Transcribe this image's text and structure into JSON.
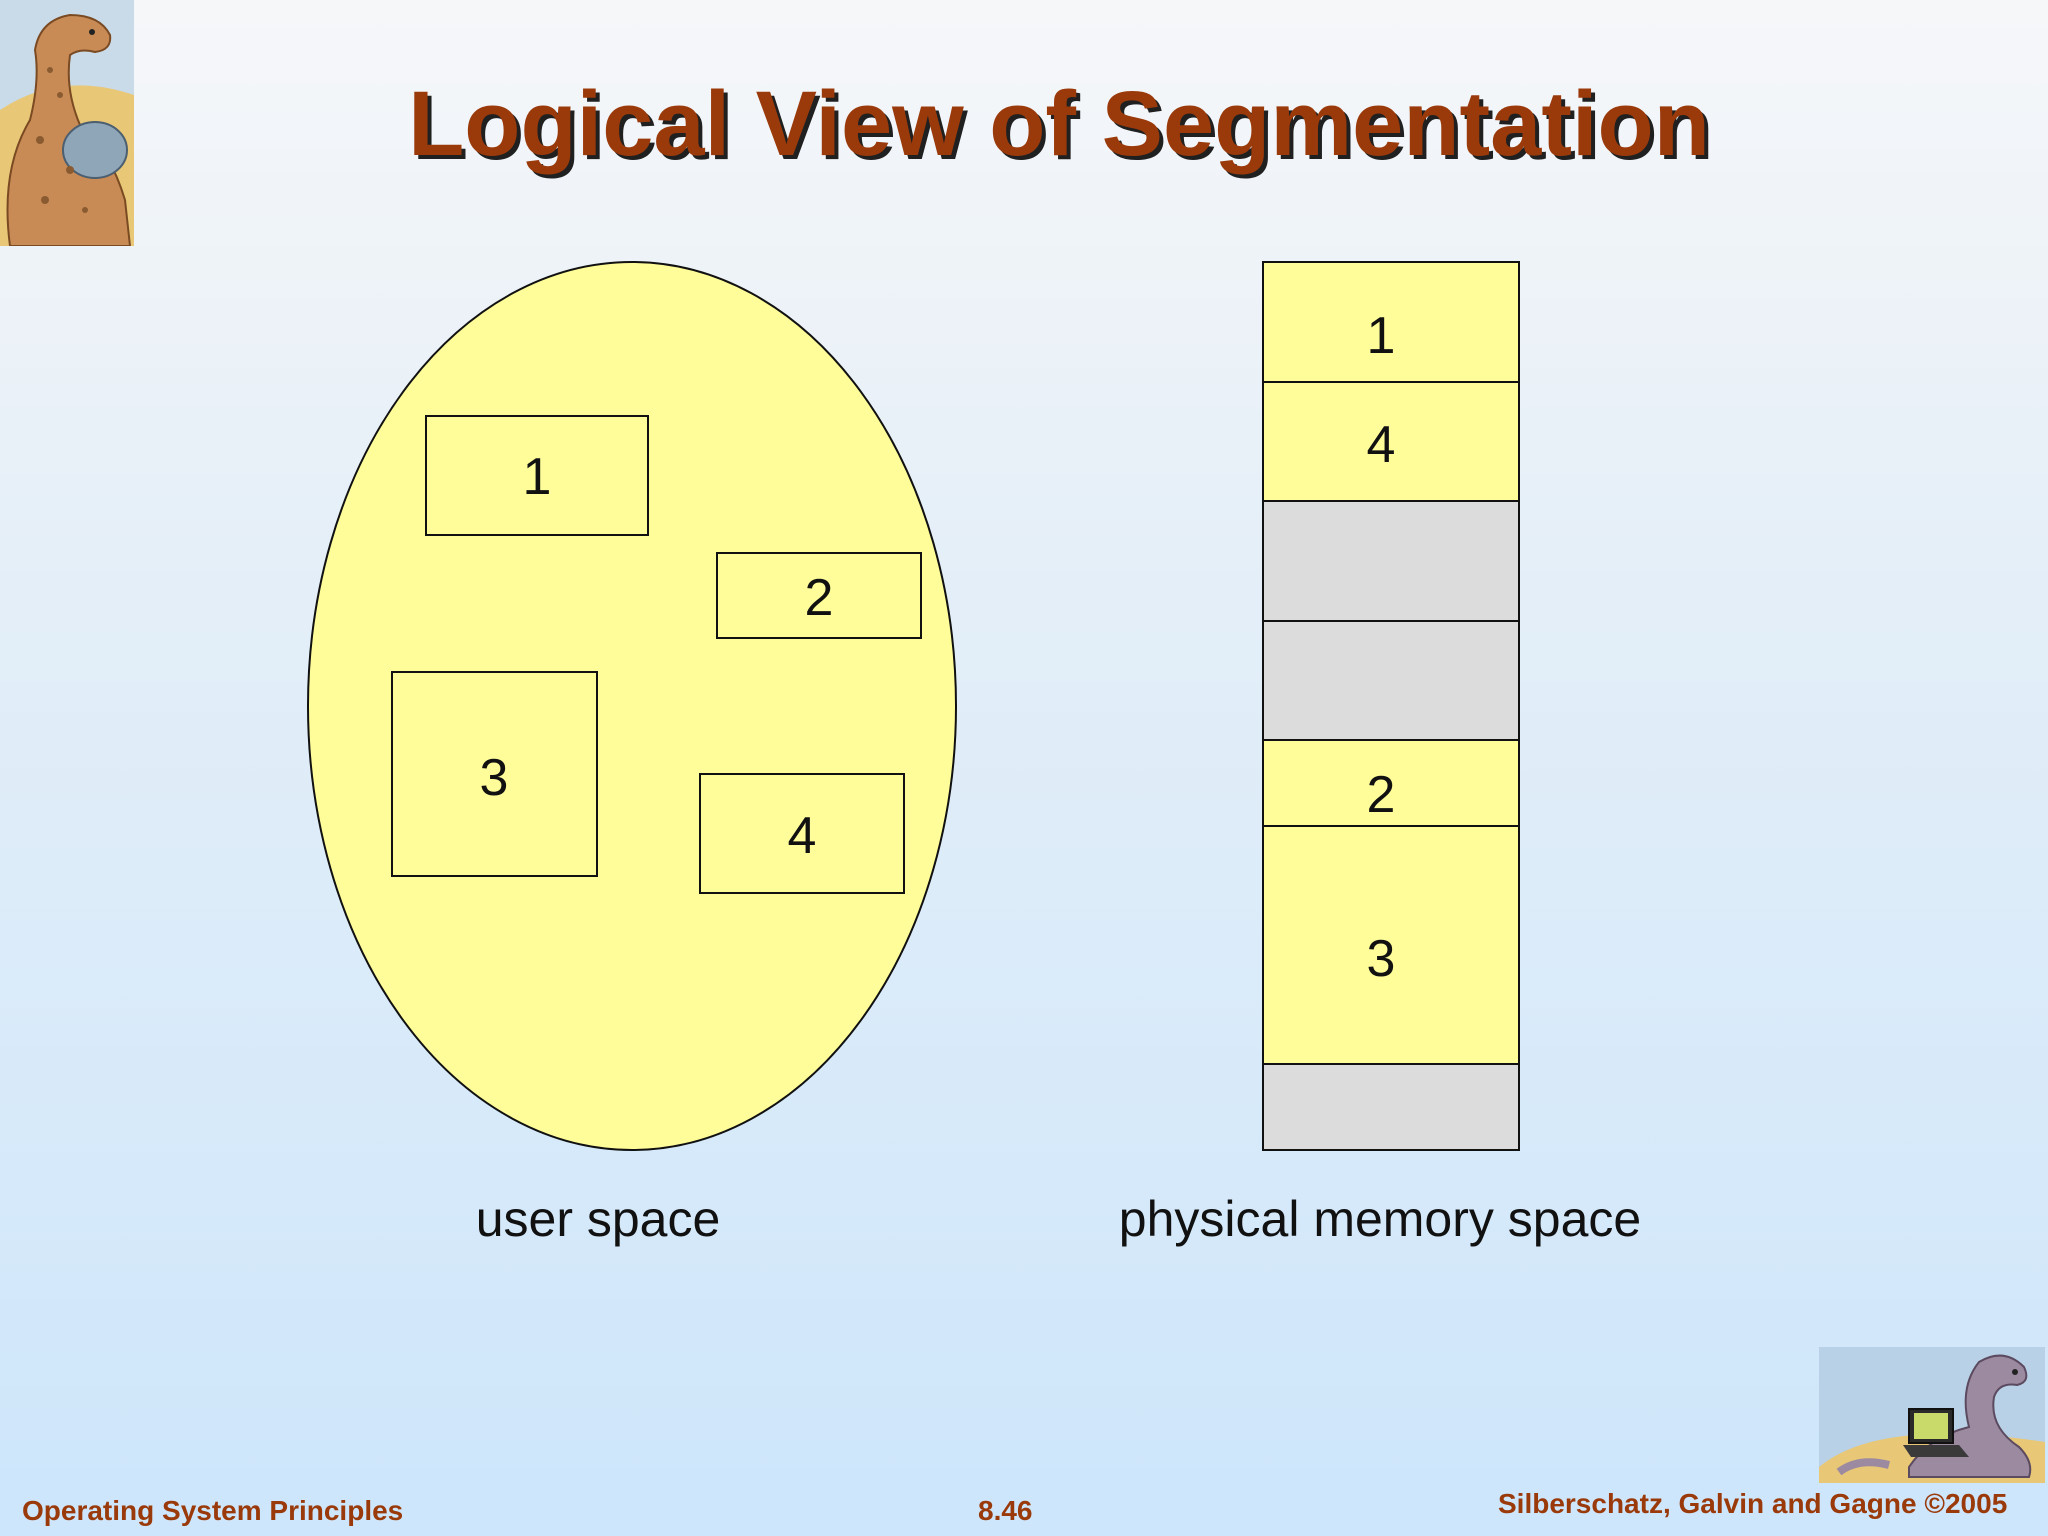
{
  "slide": {
    "title": "Logical View of Segmentation"
  },
  "diagram": {
    "user_space": {
      "caption": "user space",
      "fill": "#fffd99",
      "segments": [
        "1",
        "2",
        "3",
        "4"
      ]
    },
    "physical_memory": {
      "caption": "physical memory space",
      "fill_used": "#fffd99",
      "fill_free": "#dcdcdc",
      "blocks": [
        {
          "label": "1",
          "state": "used"
        },
        {
          "label": "4",
          "state": "used"
        },
        {
          "label": "",
          "state": "free"
        },
        {
          "label": "",
          "state": "free"
        },
        {
          "label": "2",
          "state": "used"
        },
        {
          "label": "3",
          "state": "used"
        },
        {
          "label": "",
          "state": "free"
        }
      ]
    }
  },
  "footer": {
    "course": "Operating System Principles",
    "page": "8.46",
    "copyright": "Silberschatz, Galvin and Gagne ©2005"
  },
  "colors": {
    "title": "#9a3a0b",
    "footer": "#9a3a0b",
    "segment_fill": "#fffd99",
    "free_fill": "#dcdcdc"
  },
  "icons": {
    "top_left": "dinosaur-reading-icon",
    "bottom_right": "dinosaur-laptop-icon"
  }
}
